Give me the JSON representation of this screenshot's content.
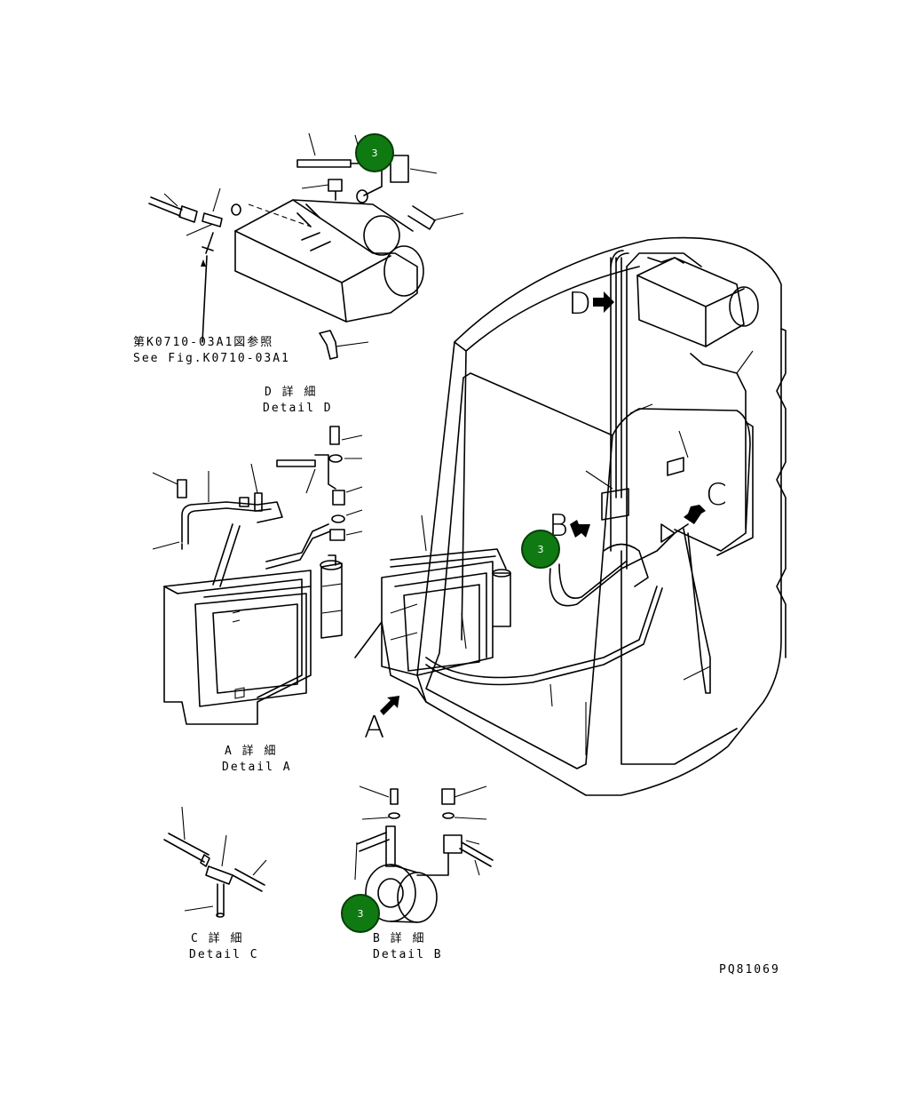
{
  "reference": {
    "line_jp": "第K0710-03A1図参照",
    "line_en": "See Fig.K0710-03A1"
  },
  "details": {
    "d": {
      "jp": "D 詳 細",
      "en": "Detail D"
    },
    "a": {
      "jp": "A 詳 細",
      "en": "Detail A"
    },
    "c": {
      "jp": "C 詳 細",
      "en": "Detail C"
    },
    "b": {
      "jp": "B 詳 細",
      "en": "Detail B"
    }
  },
  "view_letters": {
    "a": "A",
    "b": "B",
    "c": "C",
    "d": "D"
  },
  "callouts": [
    {
      "number": "3",
      "color": "#0f7a12"
    },
    {
      "number": "3",
      "color": "#0f7a12"
    },
    {
      "number": "3",
      "color": "#0f7a12"
    }
  ],
  "drawing_number": "PQ81069"
}
